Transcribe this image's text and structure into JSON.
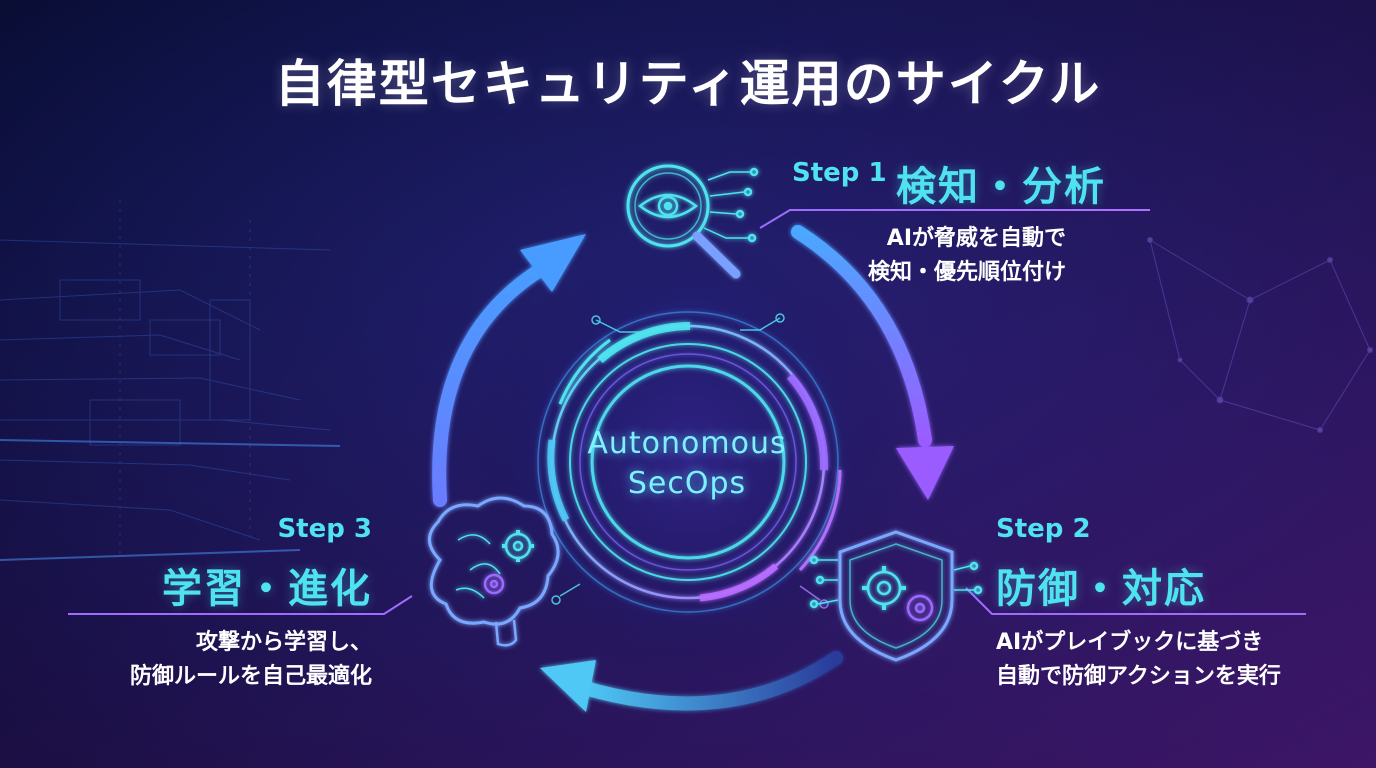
{
  "title": "自律型セキュリティ運用のサイクル",
  "center": {
    "line1": "Autonomous",
    "line2": "SecOps"
  },
  "steps": [
    {
      "label": "Step 1",
      "heading": "検知・分析",
      "desc_line1": "AIが脅威を自動で",
      "desc_line2": "検知・優先順位付け",
      "icon": "magnifier-eye-icon"
    },
    {
      "label": "Step 2",
      "heading": "防御・対応",
      "desc_line1": "AIがプレイブックに基づき",
      "desc_line2": "自動で防御アクションを実行",
      "icon": "shield-gear-icon"
    },
    {
      "label": "Step 3",
      "heading": "学習・進化",
      "desc_line1": "攻撃から学習し、",
      "desc_line2": "防御ルールを自己最適化",
      "icon": "brain-gear-icon"
    }
  ],
  "colors": {
    "background": "#0a0f33",
    "accent_cyan": "#4fe3f0",
    "accent_purple": "#9b5cff",
    "arrow_blue": "#5a8cff"
  }
}
